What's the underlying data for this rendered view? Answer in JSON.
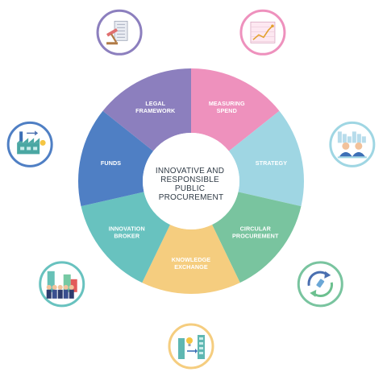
{
  "center": {
    "lines": [
      "INNOVATIVE AND",
      "RESPONSIBLE",
      "PUBLIC",
      "PROCUREMENT"
    ]
  },
  "segments": [
    {
      "id": "legal-framework",
      "lines": [
        "LEGAL",
        "FRAMEWORK"
      ],
      "color": "#8c7fbe",
      "icon": "legal-scales-document-icon",
      "icon_ring": "#8c7fbe"
    },
    {
      "id": "measuring-spend",
      "lines": [
        "MEASURING",
        "SPEND"
      ],
      "color": "#ee91bd",
      "icon": "line-chart-icon",
      "icon_ring": "#ee91bd"
    },
    {
      "id": "strategy",
      "lines": [
        "STRATEGY"
      ],
      "color": "#9fd6e3",
      "icon": "people-city-meeting-icon",
      "icon_ring": "#9fd6e3"
    },
    {
      "id": "circular-procurement",
      "lines": [
        "CIRCULAR",
        "PROCUREMENT"
      ],
      "color": "#79c49f",
      "icon": "circular-arrows-icon",
      "icon_ring": "#79c49f"
    },
    {
      "id": "knowledge-exchange",
      "lines": [
        "KNOWLEDGE",
        "EXCHANGE"
      ],
      "color": "#f5cd7f",
      "icon": "lightbulb-exchange-icon",
      "icon_ring": "#f5cd7f"
    },
    {
      "id": "innovation-broker",
      "lines": [
        "INNOVATION",
        "BROKER"
      ],
      "color": "#68c2bf",
      "icon": "people-city-crowd-icon",
      "icon_ring": "#68c2bf"
    },
    {
      "id": "funds",
      "lines": [
        "FUNDS"
      ],
      "color": "#4f7fc4",
      "icon": "factory-funds-icon",
      "icon_ring": "#4f7fc4"
    }
  ],
  "colors": {
    "center_text": "#2f3a45",
    "center_fill": "#ffffff"
  }
}
